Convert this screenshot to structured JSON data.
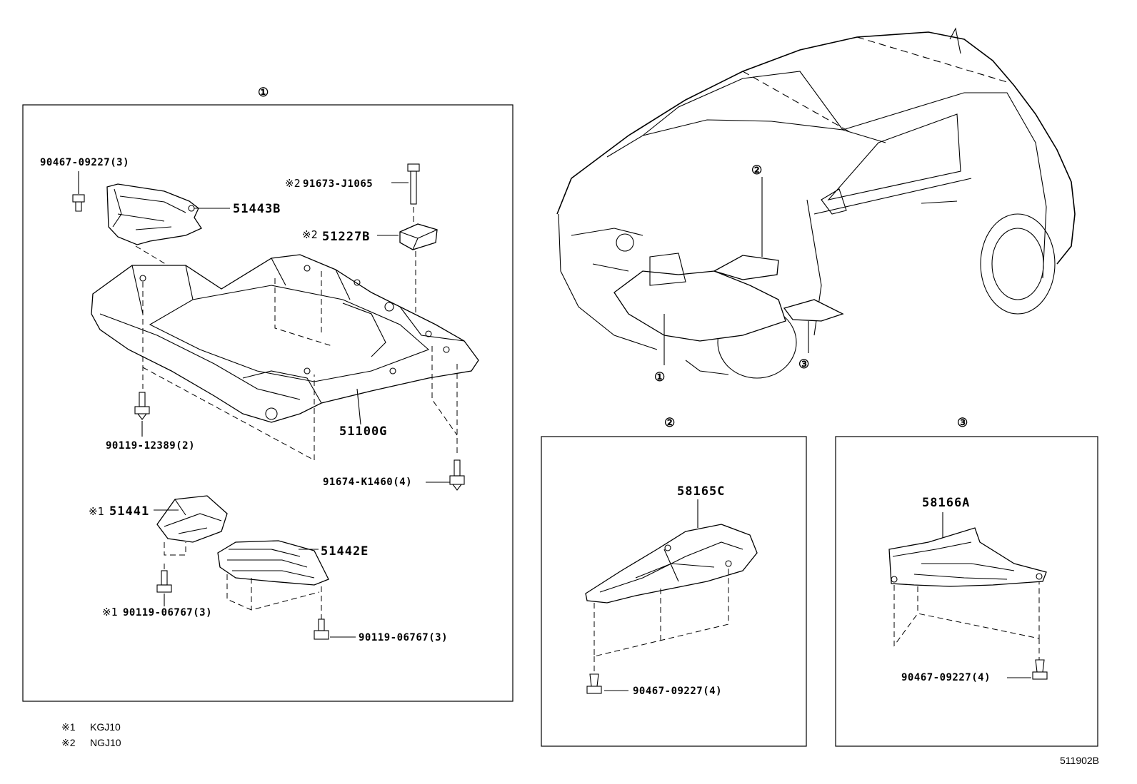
{
  "callouts": {
    "one": "①",
    "two": "②",
    "three": "③",
    "star1": "※1",
    "star2": "※2"
  },
  "panel1": {
    "parts": {
      "p90467_3": "90467-09227(3)",
      "p51443B": "51443B",
      "p91673": "91673-J1065",
      "p51227B": "51227B",
      "p51100G": "51100G",
      "p90119_12389": "90119-12389(2)",
      "p91674": "91674-K1460(4)",
      "p51441": "51441",
      "p51442E": "51442E",
      "p90119_06767a": "90119-06767(3)",
      "p90119_06767b": "90119-06767(3)"
    }
  },
  "panel2": {
    "parts": {
      "p58165C": "58165C",
      "p90467_4": "90467-09227(4)"
    }
  },
  "panel3": {
    "parts": {
      "p58166A": "58166A",
      "p90467_4": "90467-09227(4)"
    }
  },
  "notes": {
    "n1_mark": "※1",
    "n1_text": "KGJ10",
    "n2_mark": "※2",
    "n2_text": "NGJ10"
  },
  "diagram_code": "511902B"
}
